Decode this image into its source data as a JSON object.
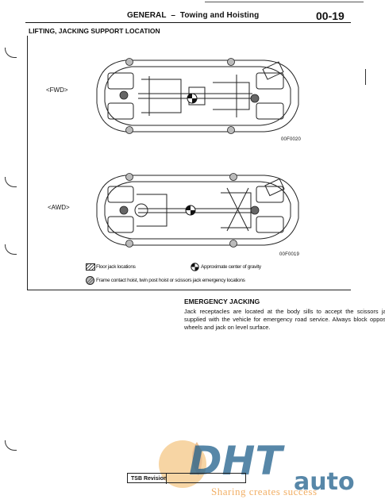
{
  "header": {
    "section": "GENERAL",
    "dash": "–",
    "subsection": "Towing and Hoisting",
    "page_number": "00-19"
  },
  "section_title": "LIFTING, JACKING SUPPORT LOCATION",
  "figures": {
    "fwd": {
      "label": "<FWD>",
      "code": "00F0020"
    },
    "awd": {
      "label": "<AWD>",
      "code": "00F0019"
    }
  },
  "legend": {
    "floor_jack": "Floor jack locations",
    "center_gravity": "Approximate center of gravity",
    "frame_contact": "Frame contact hoist, twin post hoist or scissors jack emergency locations"
  },
  "emergency": {
    "title": "EMERGENCY JACKING",
    "body": "Jack receptacles are located at the body sills to accept the scissors jack supplied with the vehicle for emergency road service. Always block opposite wheels and jack on level surface."
  },
  "footer": {
    "tsb": "TSB Revision"
  },
  "watermark": {
    "brand": "DHT",
    "suffix": "auto",
    "tagline": "Sharing creates success"
  }
}
